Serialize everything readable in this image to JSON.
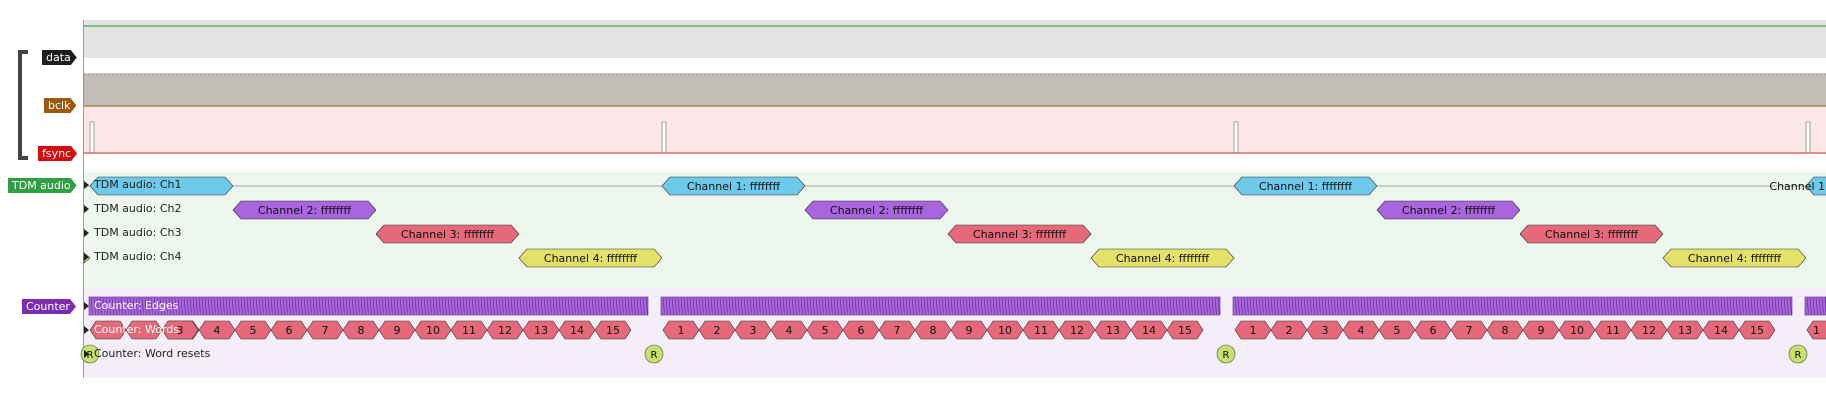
{
  "logic_group": {
    "channels": [
      {
        "name": "data",
        "color": "#1e1e1e"
      },
      {
        "name": "bclk",
        "color": "#9a5a10"
      },
      {
        "name": "fsync",
        "color": "#d40e0e"
      }
    ]
  },
  "decoders": [
    {
      "name": "TDM audio",
      "color": "#2ea043",
      "rows": [
        {
          "label": "TDM audio: Ch1",
          "annotation": "Channel 1: ffffffff",
          "color": "#6dcaea"
        },
        {
          "label": "TDM audio: Ch2",
          "annotation": "Channel 2: ffffffff",
          "color": "#a865de"
        },
        {
          "label": "TDM audio: Ch3",
          "annotation": "Channel 3: ffffffff",
          "color": "#e6697a"
        },
        {
          "label": "TDM audio: Ch4",
          "annotation": "Channel 4: ffffffff",
          "color": "#e3e16a"
        }
      ]
    },
    {
      "name": "Counter",
      "color": "#7a2db0",
      "rows": [
        {
          "label": "Counter: Edges",
          "color": "#a865de"
        },
        {
          "label": "Counter: Words",
          "color": "#e6697a",
          "values": [
            "1",
            "2",
            "3",
            "4",
            "5",
            "6",
            "7",
            "8",
            "9",
            "10",
            "11",
            "12",
            "13",
            "14",
            "15"
          ]
        },
        {
          "label": "Counter: Word resets",
          "color": "#c8e06c",
          "marker": "R"
        }
      ]
    }
  ]
}
